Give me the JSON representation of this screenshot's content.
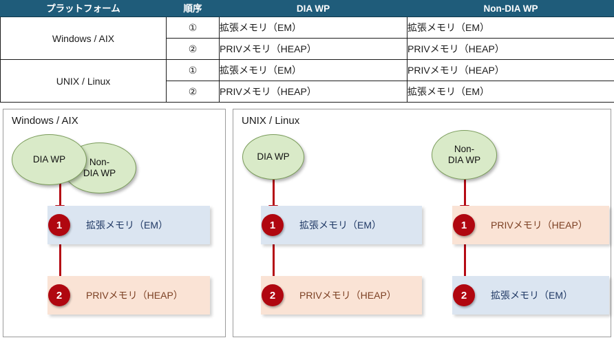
{
  "table": {
    "headers": [
      "プラットフォーム",
      "順序",
      "DIA WP",
      "Non-DIA WP"
    ],
    "header_bg": "#1F5C7A",
    "groups": [
      {
        "platform": "Windows / AIX",
        "rows": [
          {
            "order": "①",
            "dia_wp": "拡張メモリ（EM）",
            "non_dia_wp": "拡張メモリ（EM）"
          },
          {
            "order": "②",
            "dia_wp": "PRIVメモリ（HEAP）",
            "non_dia_wp": "PRIVメモリ（HEAP）"
          }
        ]
      },
      {
        "platform": "UNIX / Linux",
        "rows": [
          {
            "order": "①",
            "dia_wp": "拡張メモリ（EM）",
            "non_dia_wp": "PRIVメモリ（HEAP）"
          },
          {
            "order": "②",
            "dia_wp": "PRIVメモリ（HEAP）",
            "non_dia_wp": "拡張メモリ（EM）"
          }
        ]
      }
    ]
  },
  "panels": {
    "left": {
      "title": "Windows / AIX",
      "ellipses": [
        {
          "label": "DIA WP"
        },
        {
          "label_line1": "Non-",
          "label_line2": "DIA WP"
        }
      ],
      "flow": [
        {
          "step": "1",
          "label": "拡張メモリ（EM）",
          "kind": "em"
        },
        {
          "step": "2",
          "label": "PRIVメモリ（HEAP）",
          "kind": "priv"
        }
      ]
    },
    "right": {
      "title": "UNIX / Linux",
      "columns": [
        {
          "ellipse": {
            "label": "DIA WP"
          },
          "flow": [
            {
              "step": "1",
              "label": "拡張メモリ（EM）",
              "kind": "em"
            },
            {
              "step": "2",
              "label": "PRIVメモリ（HEAP）",
              "kind": "priv"
            }
          ]
        },
        {
          "ellipse": {
            "label_line1": "Non-",
            "label_line2": "DIA WP"
          },
          "flow": [
            {
              "step": "1",
              "label": "PRIVメモリ（HEAP）",
              "kind": "priv"
            },
            {
              "step": "2",
              "label": "拡張メモリ（EM）",
              "kind": "em"
            }
          ]
        }
      ]
    }
  },
  "colors": {
    "header_teal": "#1F5C7A",
    "em_box": "#DBE5F1",
    "priv_box": "#FAE3D5",
    "ellipse_green": "#D9EAC8",
    "arrow_red": "#B50A14",
    "circle_red": "#B00710"
  }
}
